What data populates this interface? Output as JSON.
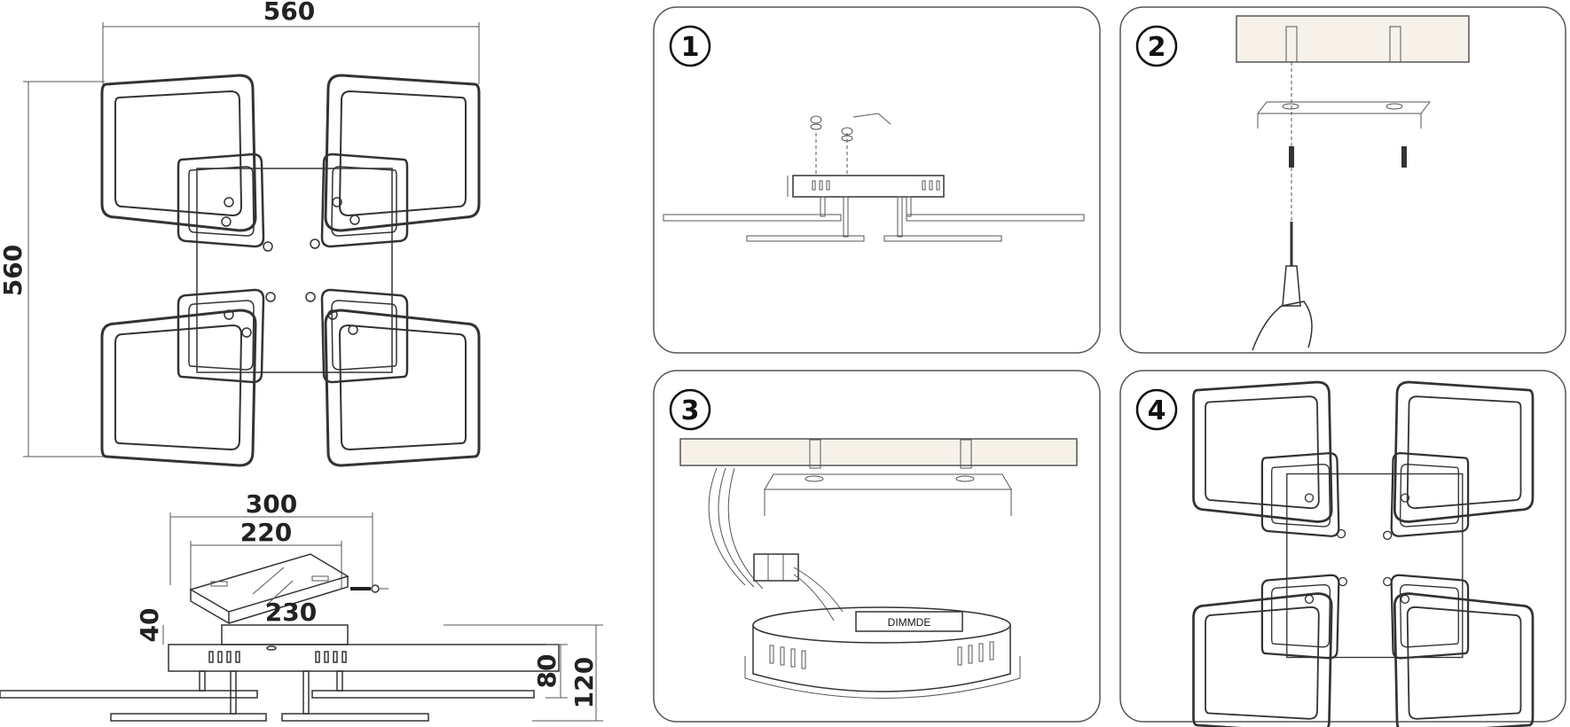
{
  "dimensions": {
    "top_width": "560",
    "left_height": "560",
    "bracket_outer": "300",
    "bracket_inner": "220",
    "base_width": "230",
    "bracket_height": "40",
    "body_height": "80",
    "total_height": "120"
  },
  "steps": [
    {
      "number": "1"
    },
    {
      "number": "2"
    },
    {
      "number": "3"
    },
    {
      "number": "4"
    }
  ],
  "labels": {
    "driver_label": "DIMMDE"
  }
}
